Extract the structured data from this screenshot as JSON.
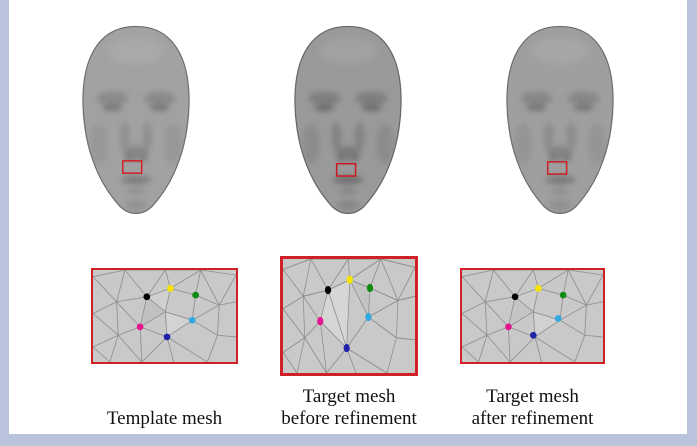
{
  "page": {
    "frame_color": "#b9c3dc",
    "background": "#ffffff"
  },
  "figure": {
    "panels": [
      {
        "id": "template",
        "caption_lines": [
          "Template mesh"
        ]
      },
      {
        "id": "before",
        "caption_lines": [
          "Target mesh",
          "before refinement"
        ]
      },
      {
        "id": "after",
        "caption_lines": [
          "Target mesh",
          "after refinement"
        ]
      }
    ],
    "colors": {
      "roi_box": "#cf2127",
      "mesh_border": "#cf2127",
      "mesh_background": "#c9c9c9",
      "mesh_edge": "#8f8f8f",
      "face_base": "#9c9c9c",
      "dots": {
        "black": "#000000",
        "yellow": "#f5e400",
        "green": "#118a11",
        "magenta": "#e6148e",
        "navy": "#2222a8",
        "cyan": "#2fa9e0"
      }
    }
  }
}
